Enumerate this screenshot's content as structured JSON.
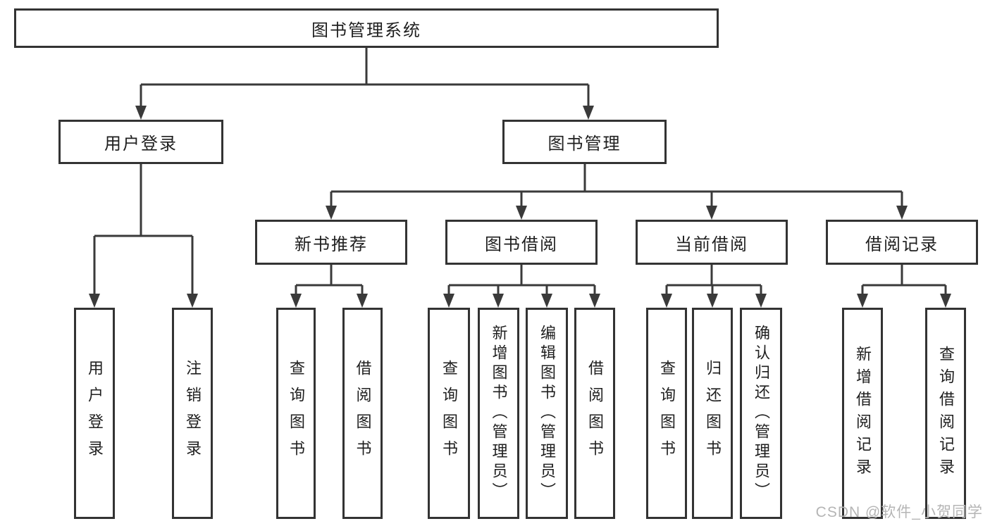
{
  "diagram": {
    "title": "图书管理系统",
    "watermark": "CSDN @软件_小贺同学",
    "colors": {
      "line": "#3a3a3a",
      "border": "#333333",
      "text": "#1f1f1f",
      "watermark": "#b5b5b5",
      "background": "#ffffff"
    },
    "nodes": {
      "root": "图书管理系统",
      "user_login": "用户登录",
      "book_mgmt": "图书管理",
      "new_book_rec": "新书推荐",
      "book_borrow": "图书借阅",
      "current_borrow": "当前借阅",
      "borrow_records": "借阅记录",
      "leaf_user_login": "用户登录",
      "leaf_logout": "注销登录",
      "leaf_nb_query": "查询图书",
      "leaf_nb_borrow": "借阅图书",
      "leaf_bb_query": "查询图书",
      "leaf_bb_add": "新增图书（管理员）",
      "leaf_bb_edit": "编辑图书（管理员）",
      "leaf_bb_borrow": "借阅图书",
      "leaf_cb_query": "查询图书",
      "leaf_cb_return": "归还图书",
      "leaf_cb_confirm": "确认归还（管理员）",
      "leaf_br_add": "新增借阅记录",
      "leaf_br_query": "查询借阅记录"
    },
    "hierarchy": {
      "图书管理系统": {
        "用户登录": [
          "用户登录",
          "注销登录"
        ],
        "图书管理": {
          "新书推荐": [
            "查询图书",
            "借阅图书"
          ],
          "图书借阅": [
            "查询图书",
            "新增图书（管理员）",
            "编辑图书（管理员）",
            "借阅图书"
          ],
          "当前借阅": [
            "查询图书",
            "归还图书",
            "确认归还（管理员）"
          ],
          "借阅记录": [
            "新增借阅记录",
            "查询借阅记录"
          ]
        }
      }
    }
  }
}
